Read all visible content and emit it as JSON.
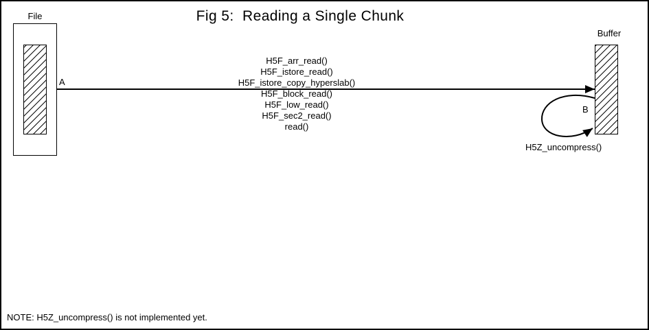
{
  "title": "Fig 5:  Reading a Single Chunk",
  "file_box": {
    "label": "File"
  },
  "buffer_box": {
    "label": "Buffer"
  },
  "arrow_a": {
    "label": "A"
  },
  "arrow_b": {
    "label": "B",
    "function_label": "H5Z_uncompress()"
  },
  "call_stack": [
    "H5F_arr_read()",
    "H5F_istore_read()",
    "H5F_istore_copy_hyperslab()",
    "H5F_block_read()",
    "H5F_low_read()",
    "H5F_sec2_read()",
    "read()"
  ],
  "note": "NOTE: H5Z_uncompress() is not implemented yet.",
  "colors": {
    "ink": "#000000",
    "background": "#ffffff"
  }
}
